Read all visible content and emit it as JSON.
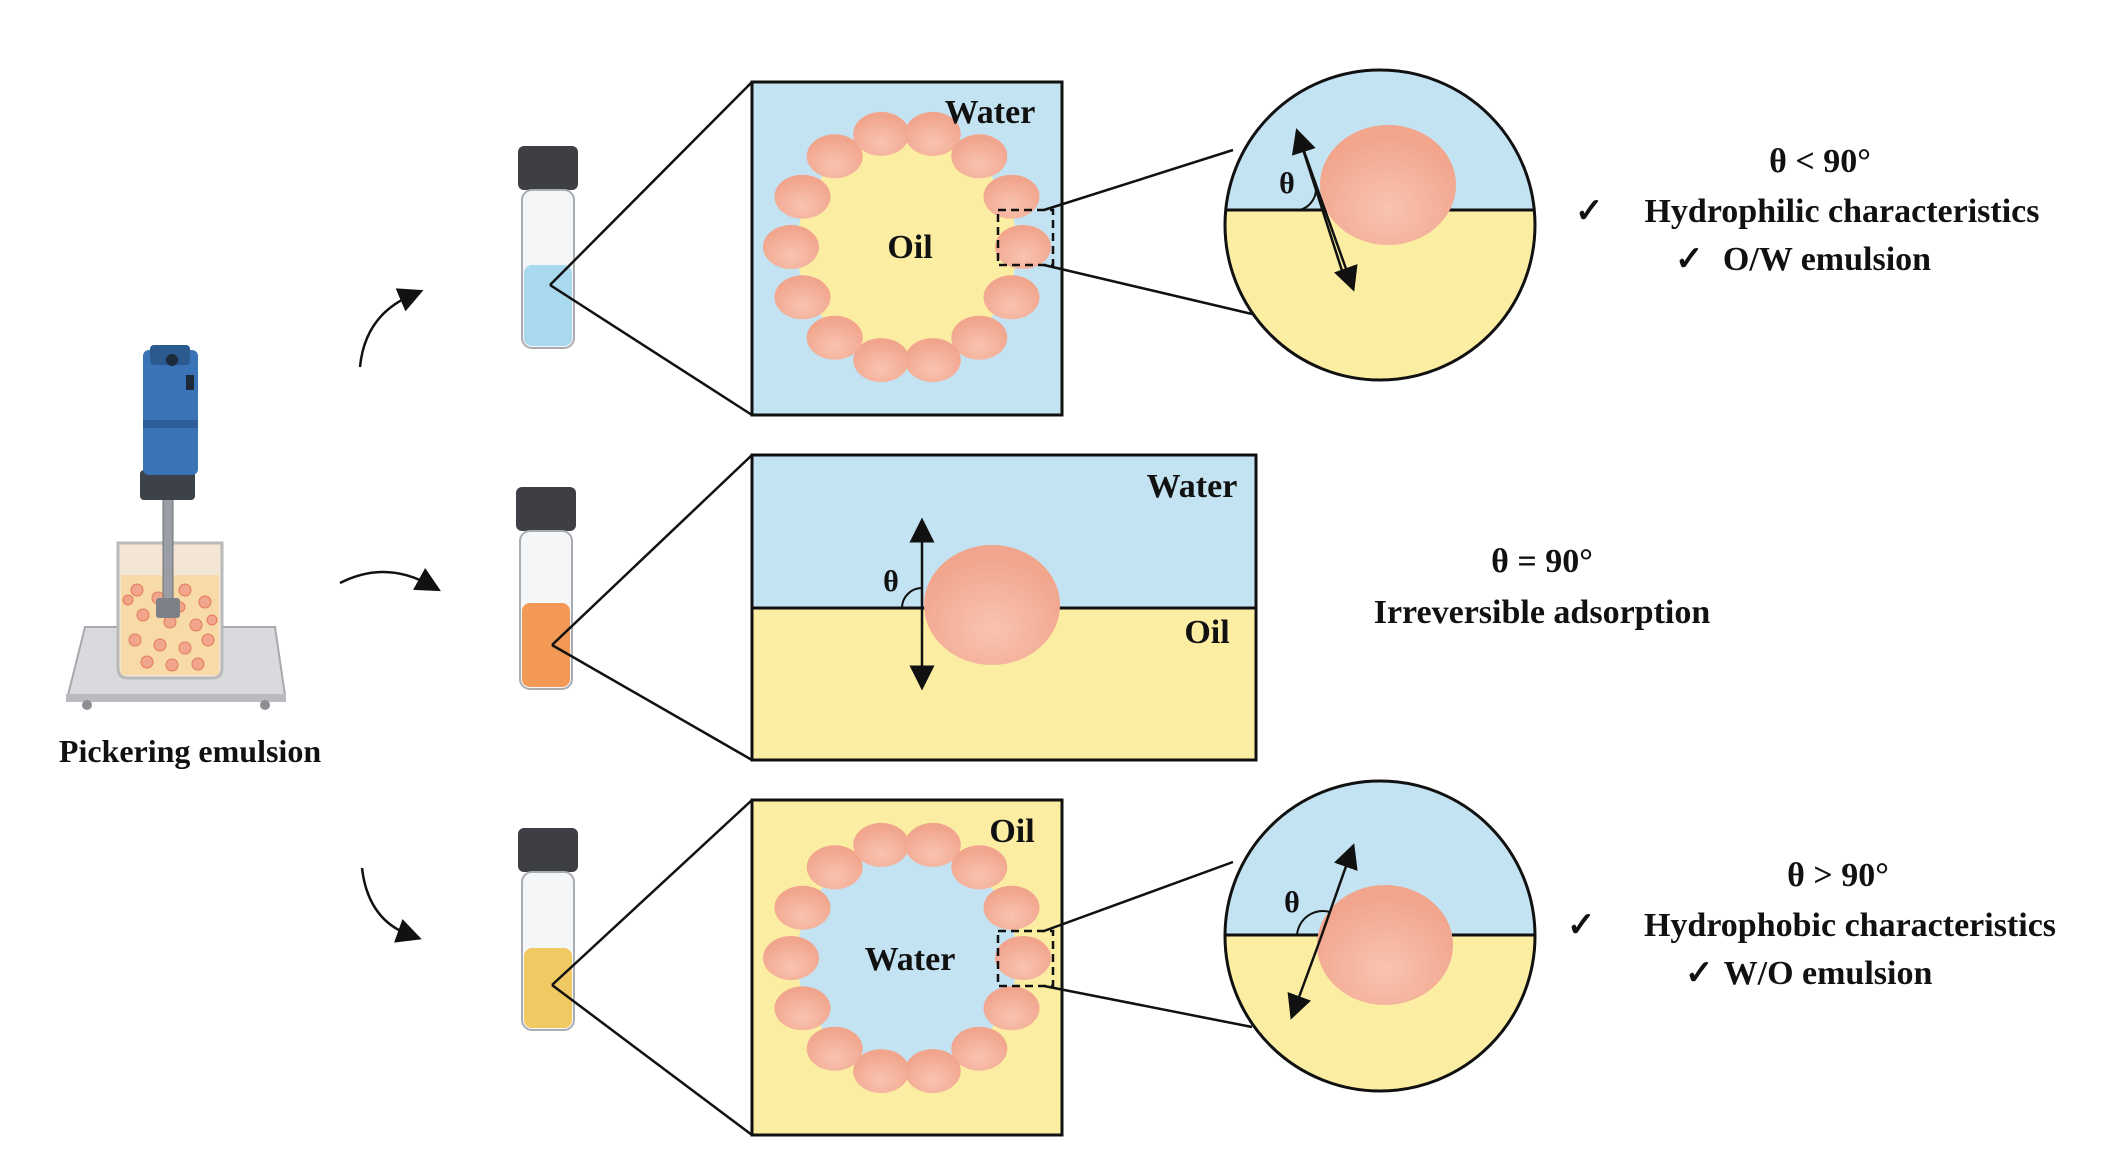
{
  "caption": "Pickering emulsion",
  "panels": {
    "top": {
      "continuous_phase": "Water",
      "dispersed_phase": "Oil",
      "angle_symbol": "θ",
      "condition": "θ < 90°",
      "properties": [
        "Hydrophilic characteristics",
        "O/W emulsion"
      ]
    },
    "middle": {
      "upper_phase": "Water",
      "lower_phase": "Oil",
      "angle_symbol": "θ",
      "condition": "θ = 90°",
      "properties": [
        "Irreversible adsorption"
      ]
    },
    "bottom": {
      "continuous_phase": "Oil",
      "dispersed_phase": "Water",
      "angle_symbol": "θ",
      "condition": "θ > 90°",
      "properties": [
        "Hydrophobic characteristics",
        "W/O emulsion"
      ]
    }
  },
  "check_mark": "✓",
  "colors": {
    "water": "#c3e3f3",
    "oil": "#fbeea3",
    "particle": "#f2a58d",
    "particle_light": "#f8c4b1",
    "vial_blue": "#a9d9ef",
    "vial_orange": "#f29a55",
    "vial_yellow": "#f0c962",
    "mixer_blue": "#3b74b6"
  }
}
